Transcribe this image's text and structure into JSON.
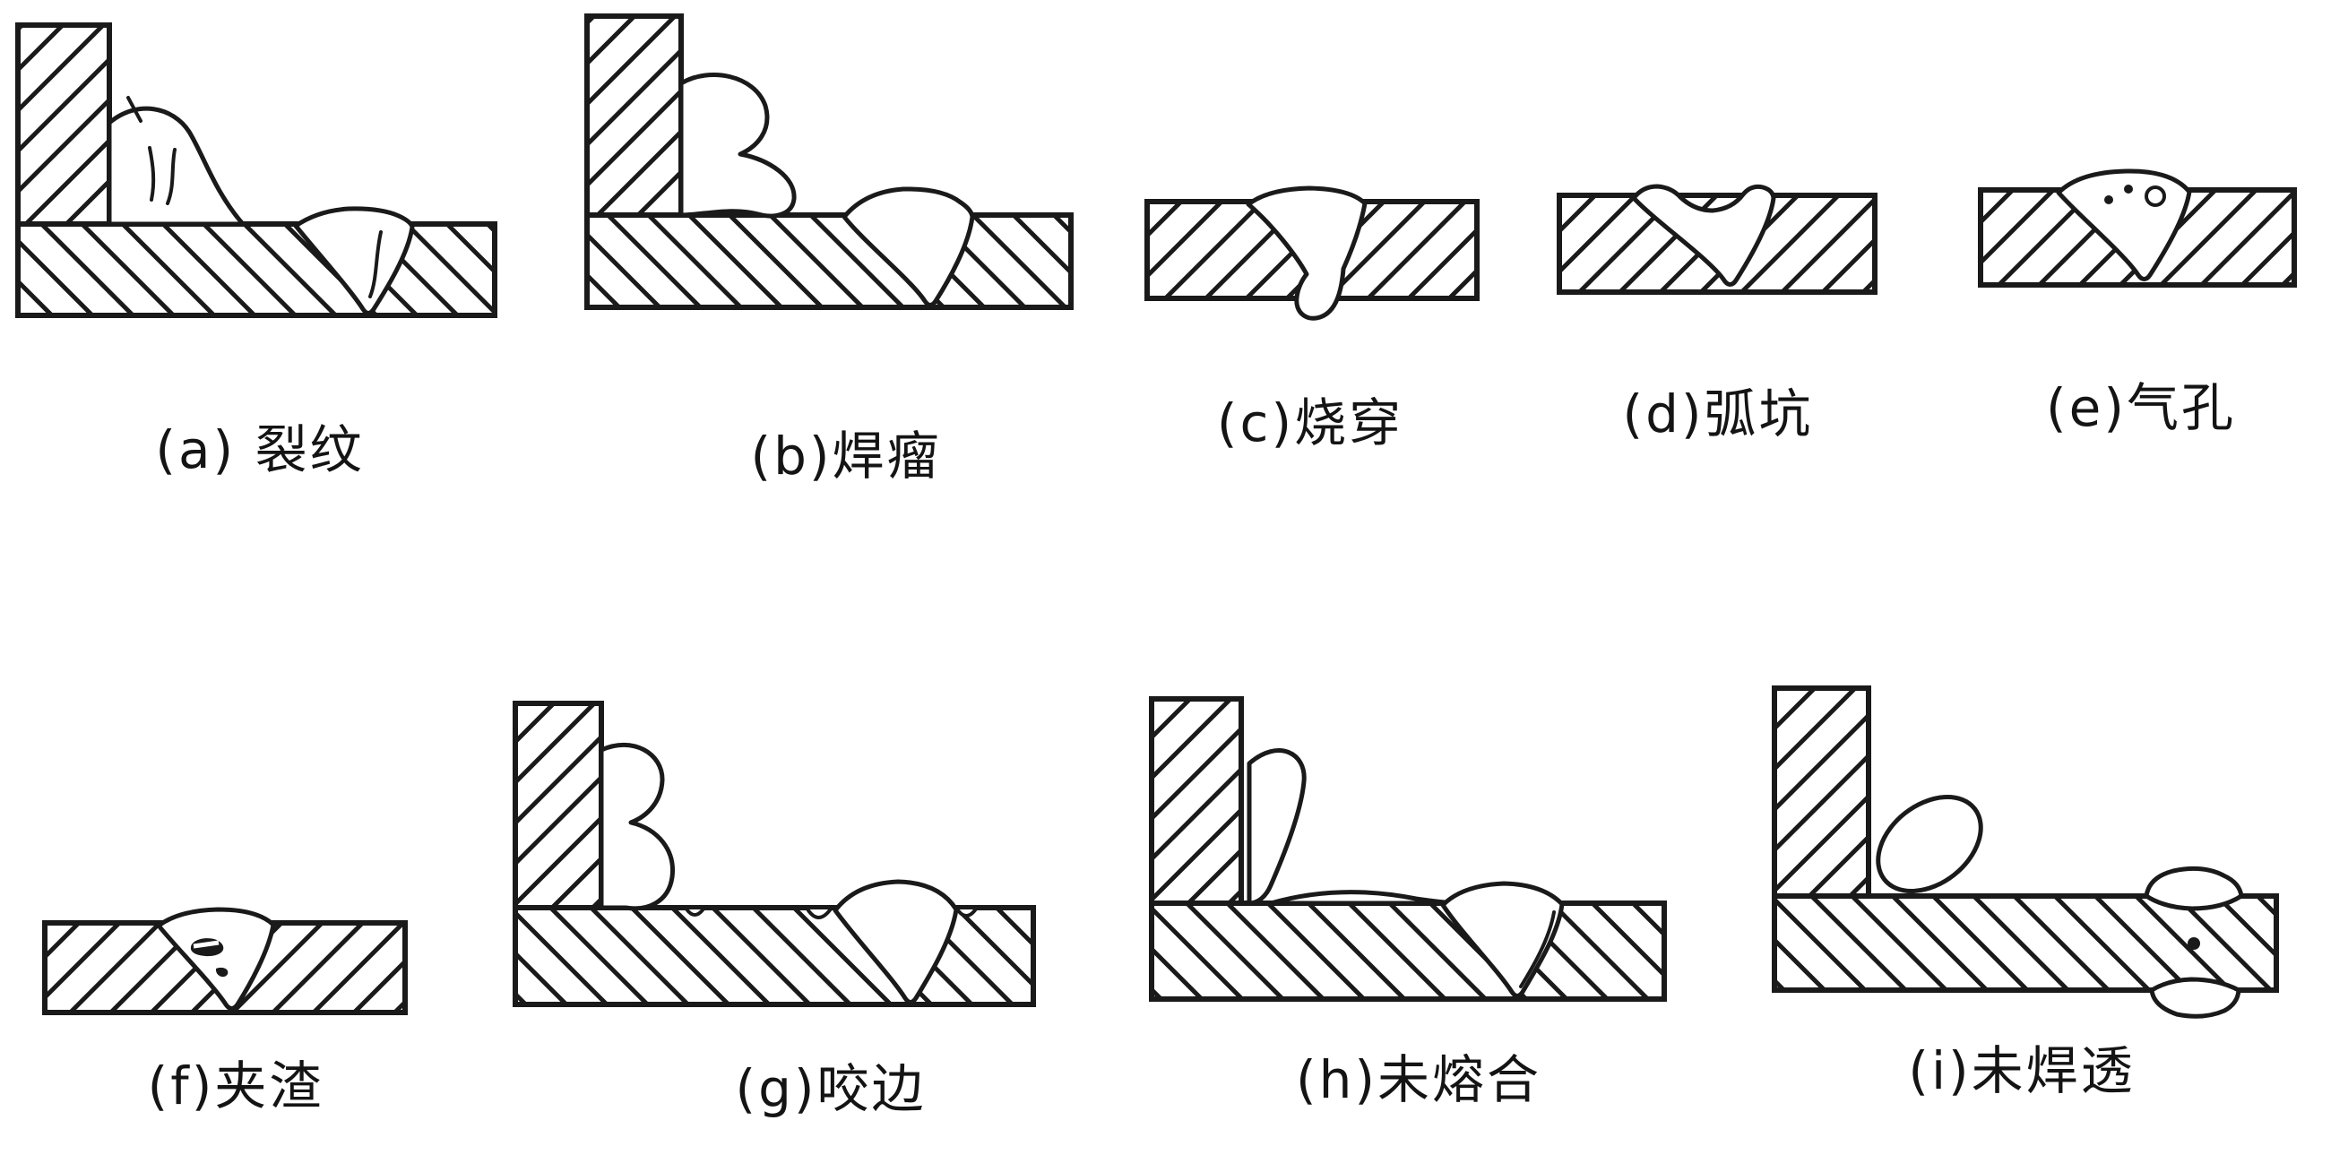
{
  "page": {
    "background": "#ffffff",
    "ink": "#1a1a1a",
    "description_visible_text_only": true
  },
  "figures": [
    {
      "id": "a",
      "label": "(a) 裂纹"
    },
    {
      "id": "b",
      "label": "(b)焊瘤"
    },
    {
      "id": "c",
      "label": "(c)烧穿"
    },
    {
      "id": "d",
      "label": "(d)弧坑"
    },
    {
      "id": "e",
      "label": "(e)气孔"
    },
    {
      "id": "f",
      "label": "(f)夹渣"
    },
    {
      "id": "g",
      "label": "(g)咬边"
    },
    {
      "id": "h",
      "label": "(h)未熔合"
    },
    {
      "id": "i",
      "label": "(i)未焊透"
    }
  ]
}
